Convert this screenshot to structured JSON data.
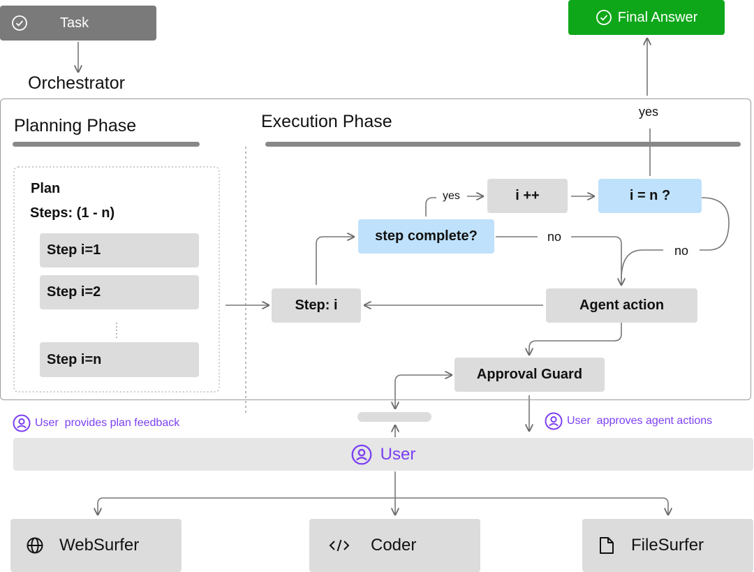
{
  "task": {
    "label": "Task"
  },
  "final_answer": {
    "label": "Final Answer"
  },
  "orchestrator": {
    "label": "Orchestrator"
  },
  "planning": {
    "title": "Planning Phase",
    "plan_label": "Plan",
    "steps_label": "Steps: (1 - n)",
    "steps": [
      "Step i=1",
      "Step i=2",
      "Step i=n"
    ]
  },
  "execution": {
    "title": "Execution Phase",
    "yes_top": "yes",
    "increment": "i ++",
    "check_n": "i = n ?",
    "yes_small": "yes",
    "step_complete": "step complete?",
    "no_1": "no",
    "no_2": "no",
    "step_i": "Step: i",
    "agent_action": "Agent action",
    "approval_guard": "Approval Guard"
  },
  "feedback": {
    "plan": "User  provides plan feedback",
    "approve": "User  approves agent actions"
  },
  "user": {
    "label": "User"
  },
  "agents": [
    "WebSurfer",
    "Coder",
    "FileSurfer"
  ],
  "colors": {
    "task": "#7a7a7a",
    "final": "#0ea71a",
    "gray_box": "#dcdcdc",
    "blue_box": "#bfe1fb",
    "user_accent": "#7b3ff2"
  }
}
